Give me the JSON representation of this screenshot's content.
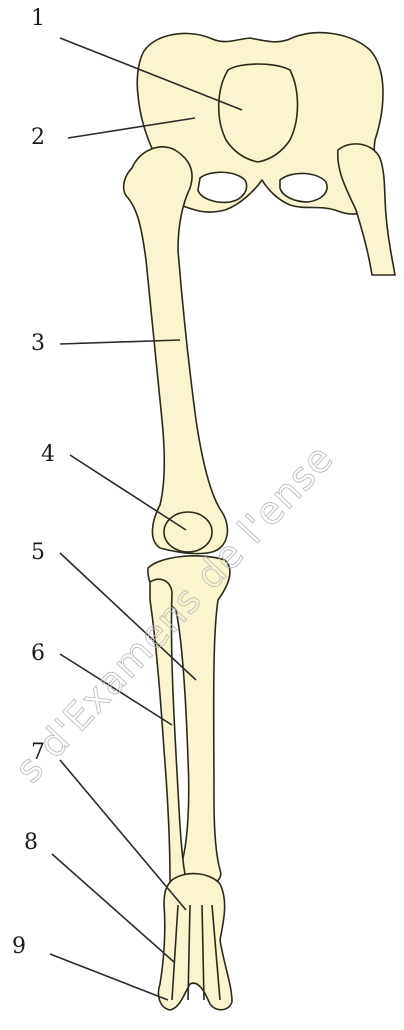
{
  "labels": [
    "1",
    "2",
    "3",
    "4",
    "5",
    "6",
    "7",
    "8",
    "9"
  ],
  "watermark": "s d'Examens de l'ense",
  "colors": {
    "bone": "#fbf5cf",
    "outline": "#2a2a1a",
    "pointer": "#2b2b2b",
    "background": "#ffffff"
  }
}
